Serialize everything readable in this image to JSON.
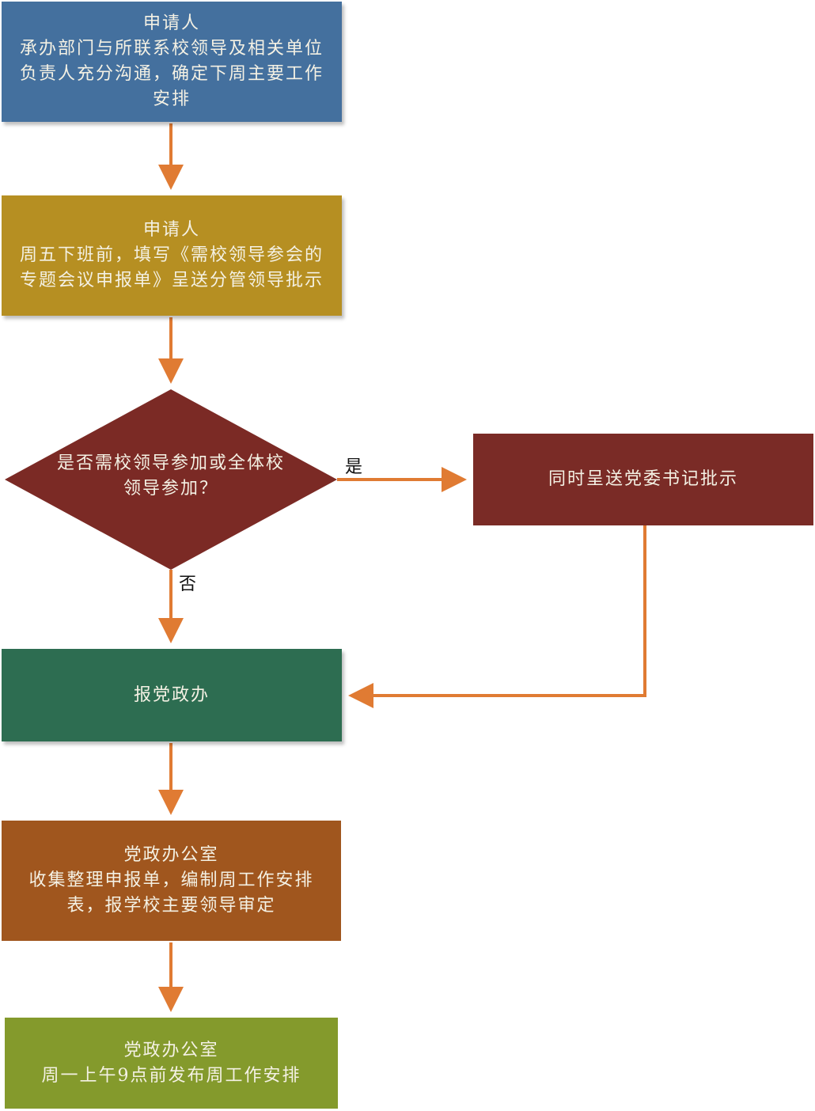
{
  "colors": {
    "arrow": "#e07b33",
    "step1": "#44709e",
    "step2": "#b68f22",
    "decision": "#7b2a25",
    "side": "#7a2b26",
    "step3": "#2d6d51",
    "step4": "#a0561e",
    "step5": "#849a2c"
  },
  "nodes": {
    "step1": {
      "title": "申请人",
      "body": "承办部门与所联系校领导及相关单位负责人充分沟通，确定下周主要工作安排"
    },
    "step2": {
      "title": "申请人",
      "body": "周五下班前，填写《需校领导参会的专题会议申报单》呈送分管领导批示"
    },
    "decision": {
      "text": "是否需校领导参加或全体校领导参加？"
    },
    "side": {
      "text": "同时呈送党委书记批示"
    },
    "step3": {
      "text": "报党政办"
    },
    "step4": {
      "title": "党政办公室",
      "body": "收集整理申报单，编制周工作安排表，报学校主要领导审定"
    },
    "step5": {
      "title": "党政办公室",
      "body": "周一上午9点前发布周工作安排"
    }
  },
  "edges": {
    "yes_label": "是",
    "no_label": "否"
  }
}
